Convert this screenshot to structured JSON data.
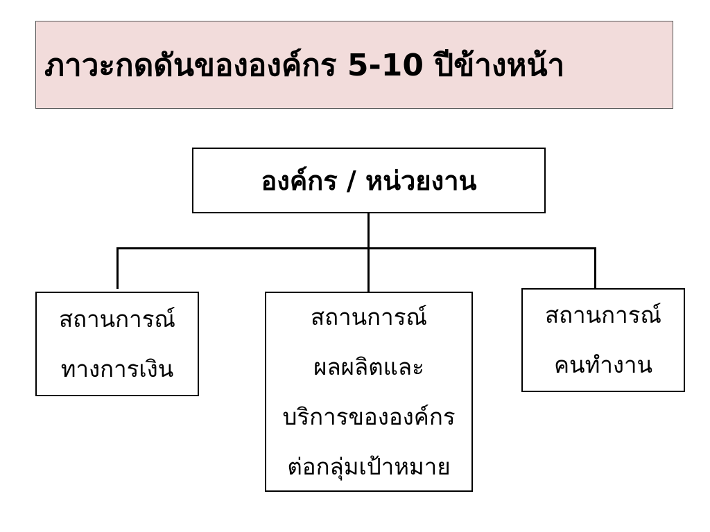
{
  "title": "ภาวะกดดันขององค์กร 5-10 ปีข้างหน้า",
  "root": {
    "label": "องค์กร / หน่วยงาน"
  },
  "children": [
    {
      "lines": [
        "สถานการณ์",
        "ทางการเงิน"
      ]
    },
    {
      "lines": [
        "สถานการณ์",
        "ผลผลิตและ",
        "บริการขององค์กร",
        "ต่อกลุ่มเป้าหมาย"
      ]
    },
    {
      "lines": [
        "สถานการณ์",
        "คนทำงาน"
      ]
    }
  ],
  "colors": {
    "title_background": "#f2dcdb",
    "border": "#000000"
  }
}
